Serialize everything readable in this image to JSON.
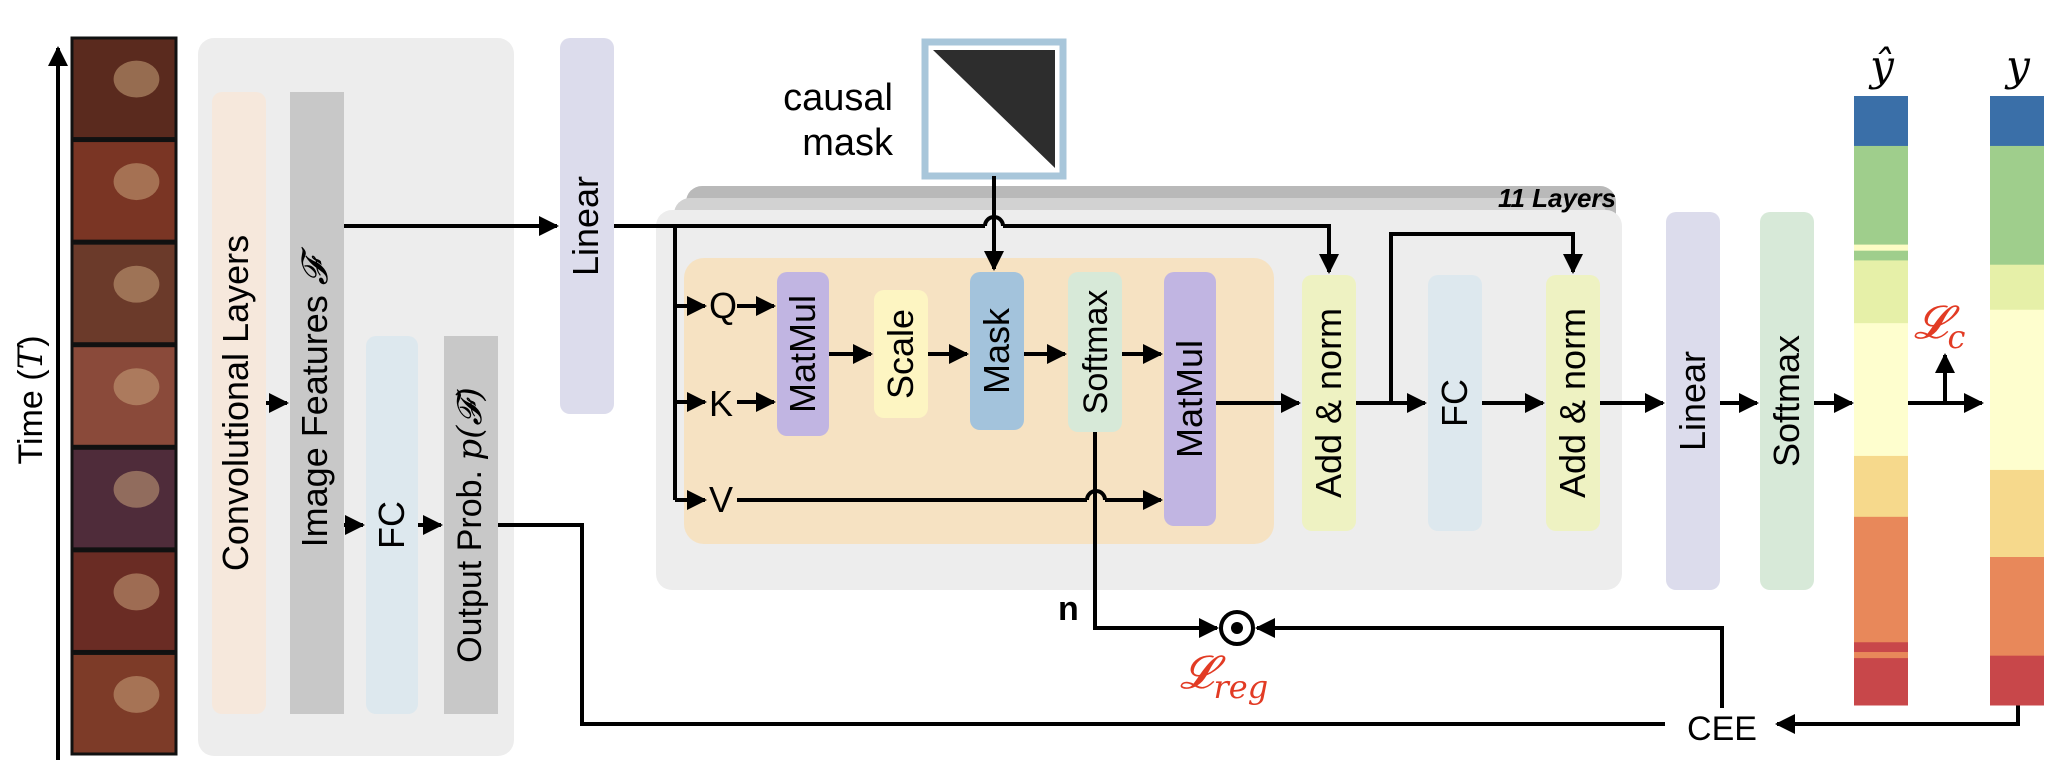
{
  "left": {
    "time_label": "Time (",
    "time_symbol": "T",
    "time_close": ")",
    "frame_colors": [
      "#5a2a1e",
      "#7a3524",
      "#6b3a2a",
      "#8a4a3a",
      "#4f2c3a",
      "#6a2c24",
      "#7d3b28"
    ]
  },
  "cnn": {
    "conv_label": "Convolutional Layers",
    "features_label": "Image Features ",
    "features_symbol": "𝓕",
    "fc_label": "FC",
    "output_label": "Output Prob. ",
    "output_symbol": "p(𝓕)"
  },
  "transformer": {
    "linear_in": "Linear",
    "causal_mask": [
      "causal",
      "mask"
    ],
    "layers_label": "11 Layers",
    "q": "Q",
    "k": "K",
    "v": "V",
    "matmul1": "MatMul",
    "scale": "Scale",
    "mask": "Mask",
    "softmax_attn": "Softmax",
    "matmul2": "MatMul",
    "addnorm1": "Add & norm",
    "fc": "FC",
    "addnorm2": "Add & norm",
    "linear_out": "Linear",
    "softmax_out": "Softmax"
  },
  "outputs": {
    "yhat": "ŷ",
    "y": "y",
    "loss_c_base": "𝓛",
    "loss_c_sub": "c",
    "loss_reg_base": "𝓛",
    "loss_reg_sub": "reg",
    "n_label": "n",
    "cee_label": "CEE",
    "odot": "⊙"
  },
  "colors": {
    "conv": "#f6e8dc",
    "features": "#c8c8c8",
    "fc_cnn": "#dde8ee",
    "output_prob": "#c8c8c8",
    "linear": "#dcdcec",
    "attention_block": "#f6e2c2",
    "matmul": "#c1b5e2",
    "scale": "#fdf5c2",
    "mask": "#a3c3dc",
    "softmax": "#d7e9d8",
    "addnorm": "#eef2c2",
    "fc_tr": "#dde8ee",
    "panel": "#ededed",
    "stack": "#b9b9b9",
    "loss": "#e23b24",
    "mask_frame": "#a8c6da",
    "mask_fill": "#2d2d2d"
  },
  "chart_data": {
    "yhat_segments": [
      {
        "color": "#3a6fa8",
        "fraction": 0.082
      },
      {
        "color": "#9fce8c",
        "fraction": 0.162
      },
      {
        "color": "#fdfcc4",
        "fraction": 0.01
      },
      {
        "color": "#9fce8c",
        "fraction": 0.016
      },
      {
        "color": "#e6f0a8",
        "fraction": 0.103
      },
      {
        "color": "#fefece",
        "fraction": 0.218
      },
      {
        "color": "#f6d98c",
        "fraction": 0.1
      },
      {
        "color": "#e8885a",
        "fraction": 0.206
      },
      {
        "color": "#c8474a",
        "fraction": 0.016
      },
      {
        "color": "#e8885a",
        "fraction": 0.01
      },
      {
        "color": "#c8474a",
        "fraction": 0.077
      }
    ],
    "y_segments": [
      {
        "color": "#3a6fa8",
        "fraction": 0.082
      },
      {
        "color": "#9fce8c",
        "fraction": 0.195
      },
      {
        "color": "#e6f0a8",
        "fraction": 0.074
      },
      {
        "color": "#fefece",
        "fraction": 0.263
      },
      {
        "color": "#f6d98c",
        "fraction": 0.143
      },
      {
        "color": "#e8885a",
        "fraction": 0.162
      },
      {
        "color": "#c8474a",
        "fraction": 0.081
      }
    ]
  }
}
